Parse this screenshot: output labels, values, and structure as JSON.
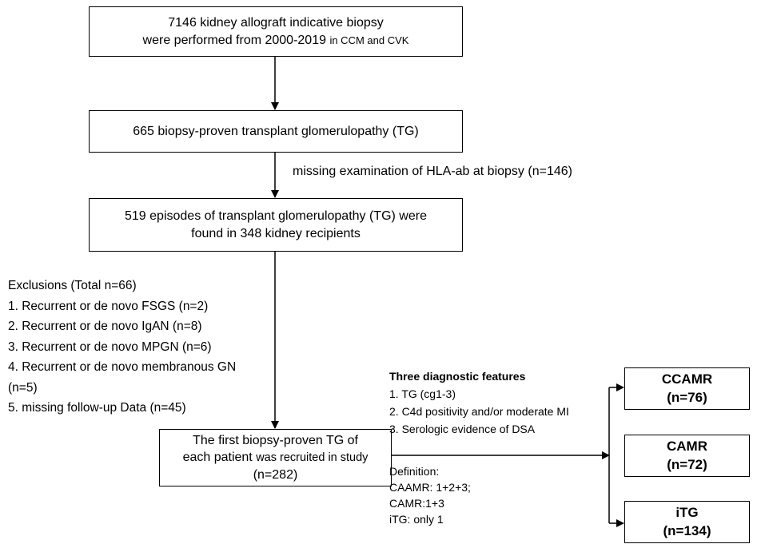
{
  "box1": {
    "line1": "7146 kidney allograft indicative biopsy",
    "line2_main": "were performed from 2000-2019 ",
    "line2_small": "in CCM and CVK"
  },
  "box2": {
    "text": "665 biopsy-proven transplant glomerulopathy (TG)"
  },
  "missing_label": "missing examination of HLA-ab at biopsy (n=146)",
  "box3": {
    "line1": "519 episodes of transplant glomerulopathy (TG) were",
    "line2": "found  in 348 kidney recipients"
  },
  "exclusions": {
    "title": "Exclusions (Total n=66)",
    "items": [
      "1. Recurrent or de novo FSGS (n=2)",
      "2. Recurrent or de novo IgAN (n=8)",
      "3. Recurrent or de novo MPGN (n=6)",
      "4. Recurrent or de novo membranous GN",
      "(n=5)",
      "5. missing follow-up Data (n=45)"
    ]
  },
  "box4": {
    "line1": "The first biopsy-proven TG of",
    "line2_a": "each patient ",
    "line2_b": "was recruited in study",
    "line3": "(n=282)"
  },
  "features": {
    "title": "Three diagnostic features",
    "items": [
      "1. TG (cg1-3)",
      "2. C4d positivity and/or moderate MI",
      "3. Serologic evidence of DSA"
    ]
  },
  "definition": {
    "title": "Definition:",
    "items": [
      "CAAMR: 1+2+3;",
      "CAMR:1+3",
      "iTG: only 1"
    ]
  },
  "outcomes": [
    {
      "name": "CCAMR",
      "n": "(n=76)"
    },
    {
      "name": "CAMR",
      "n": "(n=72)"
    },
    {
      "name": "iTG",
      "n": "(n=134)"
    }
  ]
}
